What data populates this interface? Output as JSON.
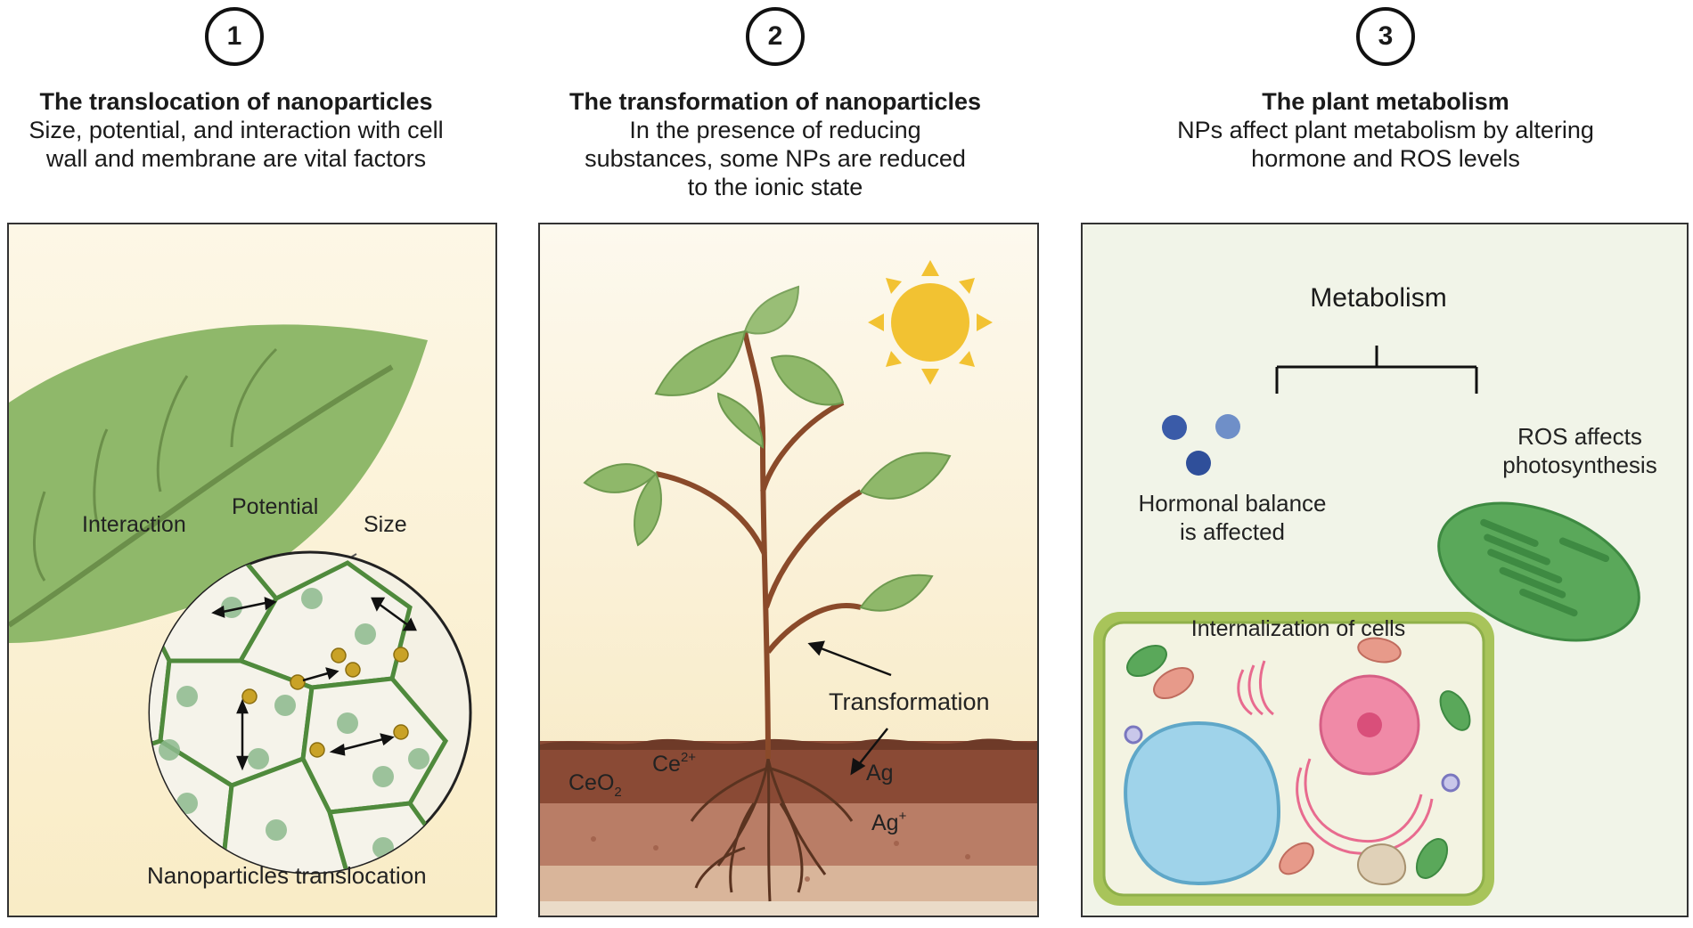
{
  "panels": [
    {
      "number": "1",
      "title": "The translocation of nanoparticles",
      "description_lines": [
        "Size, potential, and interaction with cell",
        "wall and membrane are vital factors"
      ],
      "labels": {
        "interaction": "Interaction",
        "potential": "Potential",
        "size": "Size",
        "caption": "Nanoparticles translocation"
      }
    },
    {
      "number": "2",
      "title": "The transformation of nanoparticles",
      "description_lines": [
        "In the presence of reducing",
        "substances, some NPs are reduced",
        "to the ionic state"
      ],
      "labels": {
        "transformation": "Transformation",
        "ce_ion": "Ce",
        "ce_ion_sup": "2+",
        "ceo2": "CeO",
        "ceo2_sub": "2",
        "ag": "Ag",
        "ag_ion": "Ag",
        "ag_ion_sup": "+"
      }
    },
    {
      "number": "3",
      "title": "The plant metabolism",
      "description_lines": [
        "NPs affect plant metabolism by altering",
        "hormone and ROS levels"
      ],
      "labels": {
        "metabolism": "Metabolism",
        "hormonal_1": "Hormonal balance",
        "hormonal_2": "is affected",
        "ros_1": "ROS affects",
        "ros_2": "photosynthesis",
        "internalization": "Internalization of cells"
      }
    }
  ],
  "colors": {
    "panel_bg_1": "#fbf1d6",
    "panel_bg_2": "#fbf0d4",
    "panel_bg_3": "#f1f4e8",
    "leaf": "#8fb86a",
    "cell_wall": "#4f8a3c",
    "np_gold": "#c9a227",
    "sun": "#f2c232",
    "soil_top": "#8a4a35",
    "chloroplast": "#5aa85a",
    "vacuole": "#9fd3ea",
    "nucleus": "#f08aa7"
  }
}
